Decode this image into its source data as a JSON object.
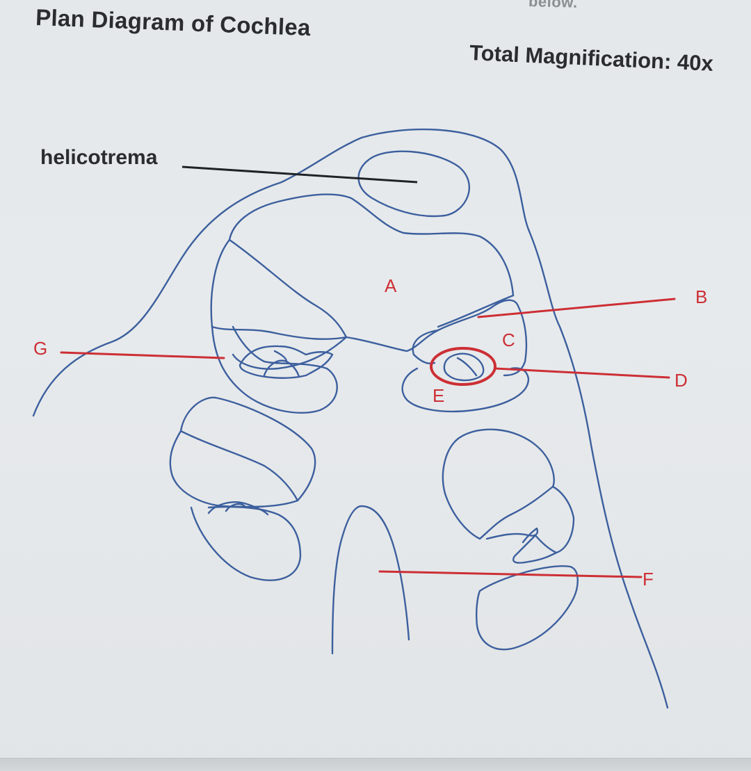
{
  "header": {
    "cut_text": "below.",
    "title": "Plan Diagram of Cochlea",
    "magnification": "Total Magnification: 40x"
  },
  "labels": {
    "helicotrema": "helicotrema",
    "A": "A",
    "B": "B",
    "C": "C",
    "D": "D",
    "E": "E",
    "F": "F",
    "G": "G"
  },
  "colors": {
    "outline": "#3c5f9e",
    "pointer": "#cc2f35",
    "text": "#2a2c30"
  }
}
